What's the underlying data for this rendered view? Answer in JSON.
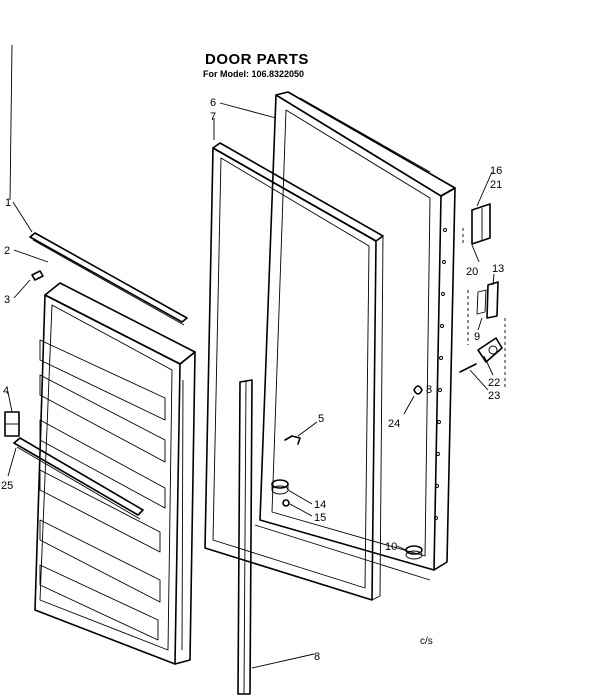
{
  "diagram": {
    "title": "DOOR PARTS",
    "subtitle": "For Model: 106.8322050",
    "corner_code": "c/s",
    "part_labels": [
      "1",
      "2",
      "3",
      "4",
      "25",
      "6",
      "7",
      "5",
      "14",
      "15",
      "8",
      "10",
      "16",
      "21",
      "20",
      "13",
      "9",
      "22",
      "23",
      "24",
      "8"
    ]
  }
}
